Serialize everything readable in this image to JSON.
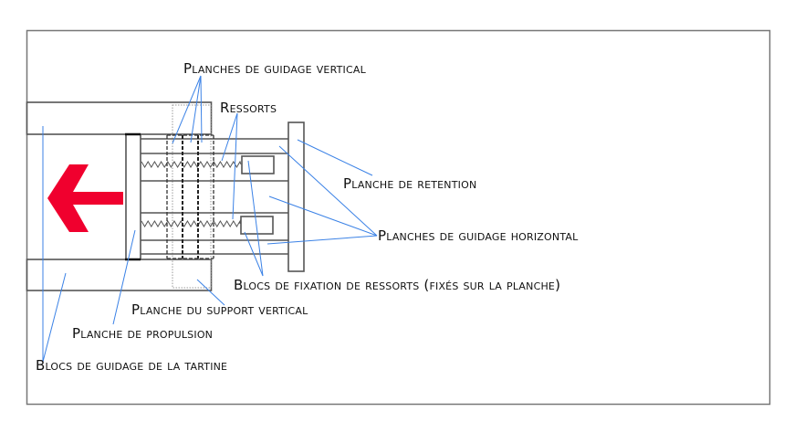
{
  "diagram": {
    "colors": {
      "arrow": "#f0002e",
      "leader_lines": "#3b82e6",
      "outline": "#555555"
    },
    "icons": {
      "direction": "arrow-left-icon"
    },
    "labels": {
      "vertical_guide_planks": "Planches de guidage vertical",
      "springs": "Ressorts",
      "retention_plank": "Planche de retention",
      "horizontal_guide_planks": "Planches de guidage horizontal",
      "spring_fixing_blocks": "Blocs de fixation de ressorts (fixés sur la planche)",
      "vertical_support_plank": "Planche du support vertical",
      "propulsion_plank": "Planche de propulsion",
      "toast_guide_blocks": "Blocs de guidage de la tartine"
    }
  }
}
